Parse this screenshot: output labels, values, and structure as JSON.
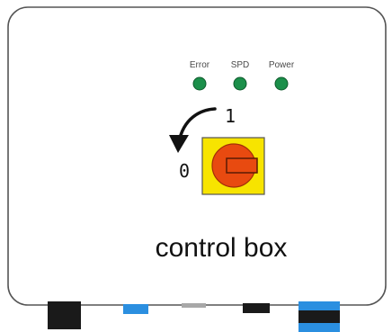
{
  "indicators": [
    {
      "label": "Error",
      "led_color": "#1b8f4a"
    },
    {
      "label": "SPD",
      "led_color": "#1b8f4a"
    },
    {
      "label": "Power",
      "led_color": "#1b8f4a"
    }
  ],
  "switch": {
    "position_on": "1",
    "position_off": "0",
    "plate_color": "#f7e400",
    "knob_color": "#e84a10"
  },
  "title": "control box",
  "ports": [
    {
      "icon": "black-connector-icon",
      "color": "#1a1a1a"
    },
    {
      "icon": "blue-connector-icon",
      "color": "#2b8fe0"
    },
    {
      "icon": "gray-connector-icon",
      "color": "#a8a8a8"
    },
    {
      "icon": "black-connector-icon",
      "color": "#1a1a1a"
    },
    {
      "icon": "blue-black-connector-icon",
      "color": "#2b8fe0"
    }
  ]
}
